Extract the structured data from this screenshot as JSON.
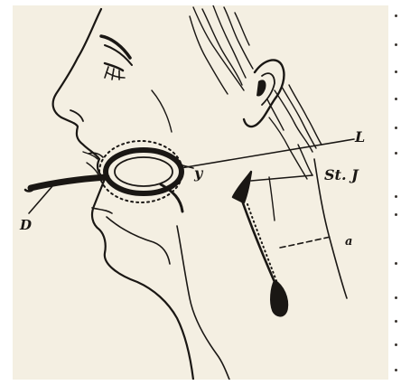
{
  "figure": {
    "paper_color": "#f4efe2",
    "ink_color": "#1a1714",
    "labels": {
      "L": "L",
      "y": "y",
      "StJ": "St. J",
      "D": "D",
      "a": "a"
    }
  }
}
